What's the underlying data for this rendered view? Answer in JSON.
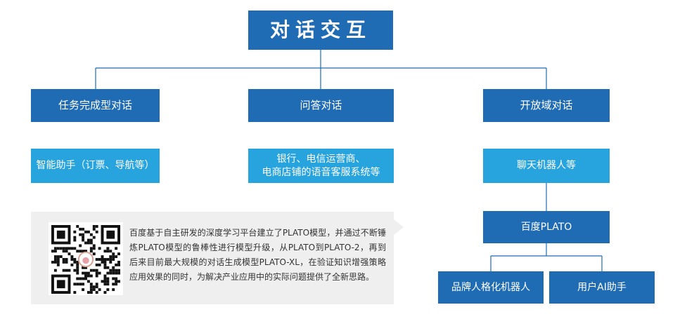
{
  "diagram": {
    "root": "对话交互",
    "categories": {
      "task": "任务完成型对话",
      "qa": "问答对话",
      "open": "开放域对话"
    },
    "examples": {
      "task": "智能助手（订票、导航等）",
      "qa": "银行、电信运营商、\n电商店铺的语音客服系统等",
      "open": "聊天机器人等"
    },
    "plato": {
      "title": "百度PLATO",
      "children": [
        "品牌人格化机器人",
        "用户AI助手"
      ]
    },
    "info": "百度基于自主研发的深度学习平台建立了PLATO模型，并通过不断锤炼PLATO模型的鲁棒性进行模型升级，从PLATO到PLATO-2，再到后来目前最大规模的对话生成模型PLATO-XL，在验证知识增强策略应用效果的同时，为解决产业应用中的实际问题提供了全新思路。"
  },
  "colors": {
    "dark_box": "#1f6cb5",
    "light_box": "#27a3de",
    "connector": "#1f6cb5",
    "panel": "#efefef"
  },
  "icons": {
    "qr": "qr-code-icon"
  }
}
